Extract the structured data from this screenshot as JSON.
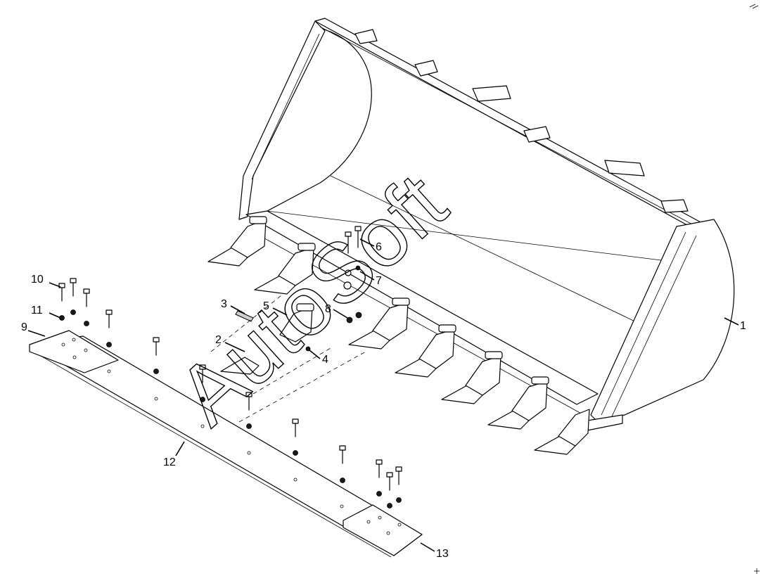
{
  "watermark": "AutoSoft",
  "callouts": [
    {
      "id": "1",
      "label": "1"
    },
    {
      "id": "2",
      "label": "2"
    },
    {
      "id": "3",
      "label": "3"
    },
    {
      "id": "4",
      "label": "4"
    },
    {
      "id": "5",
      "label": "5"
    },
    {
      "id": "6",
      "label": "6"
    },
    {
      "id": "7",
      "label": "7"
    },
    {
      "id": "8",
      "label": "8"
    },
    {
      "id": "9",
      "label": "9"
    },
    {
      "id": "10",
      "label": "10"
    },
    {
      "id": "11",
      "label": "11"
    },
    {
      "id": "12",
      "label": "12"
    },
    {
      "id": "13",
      "label": "13"
    }
  ]
}
